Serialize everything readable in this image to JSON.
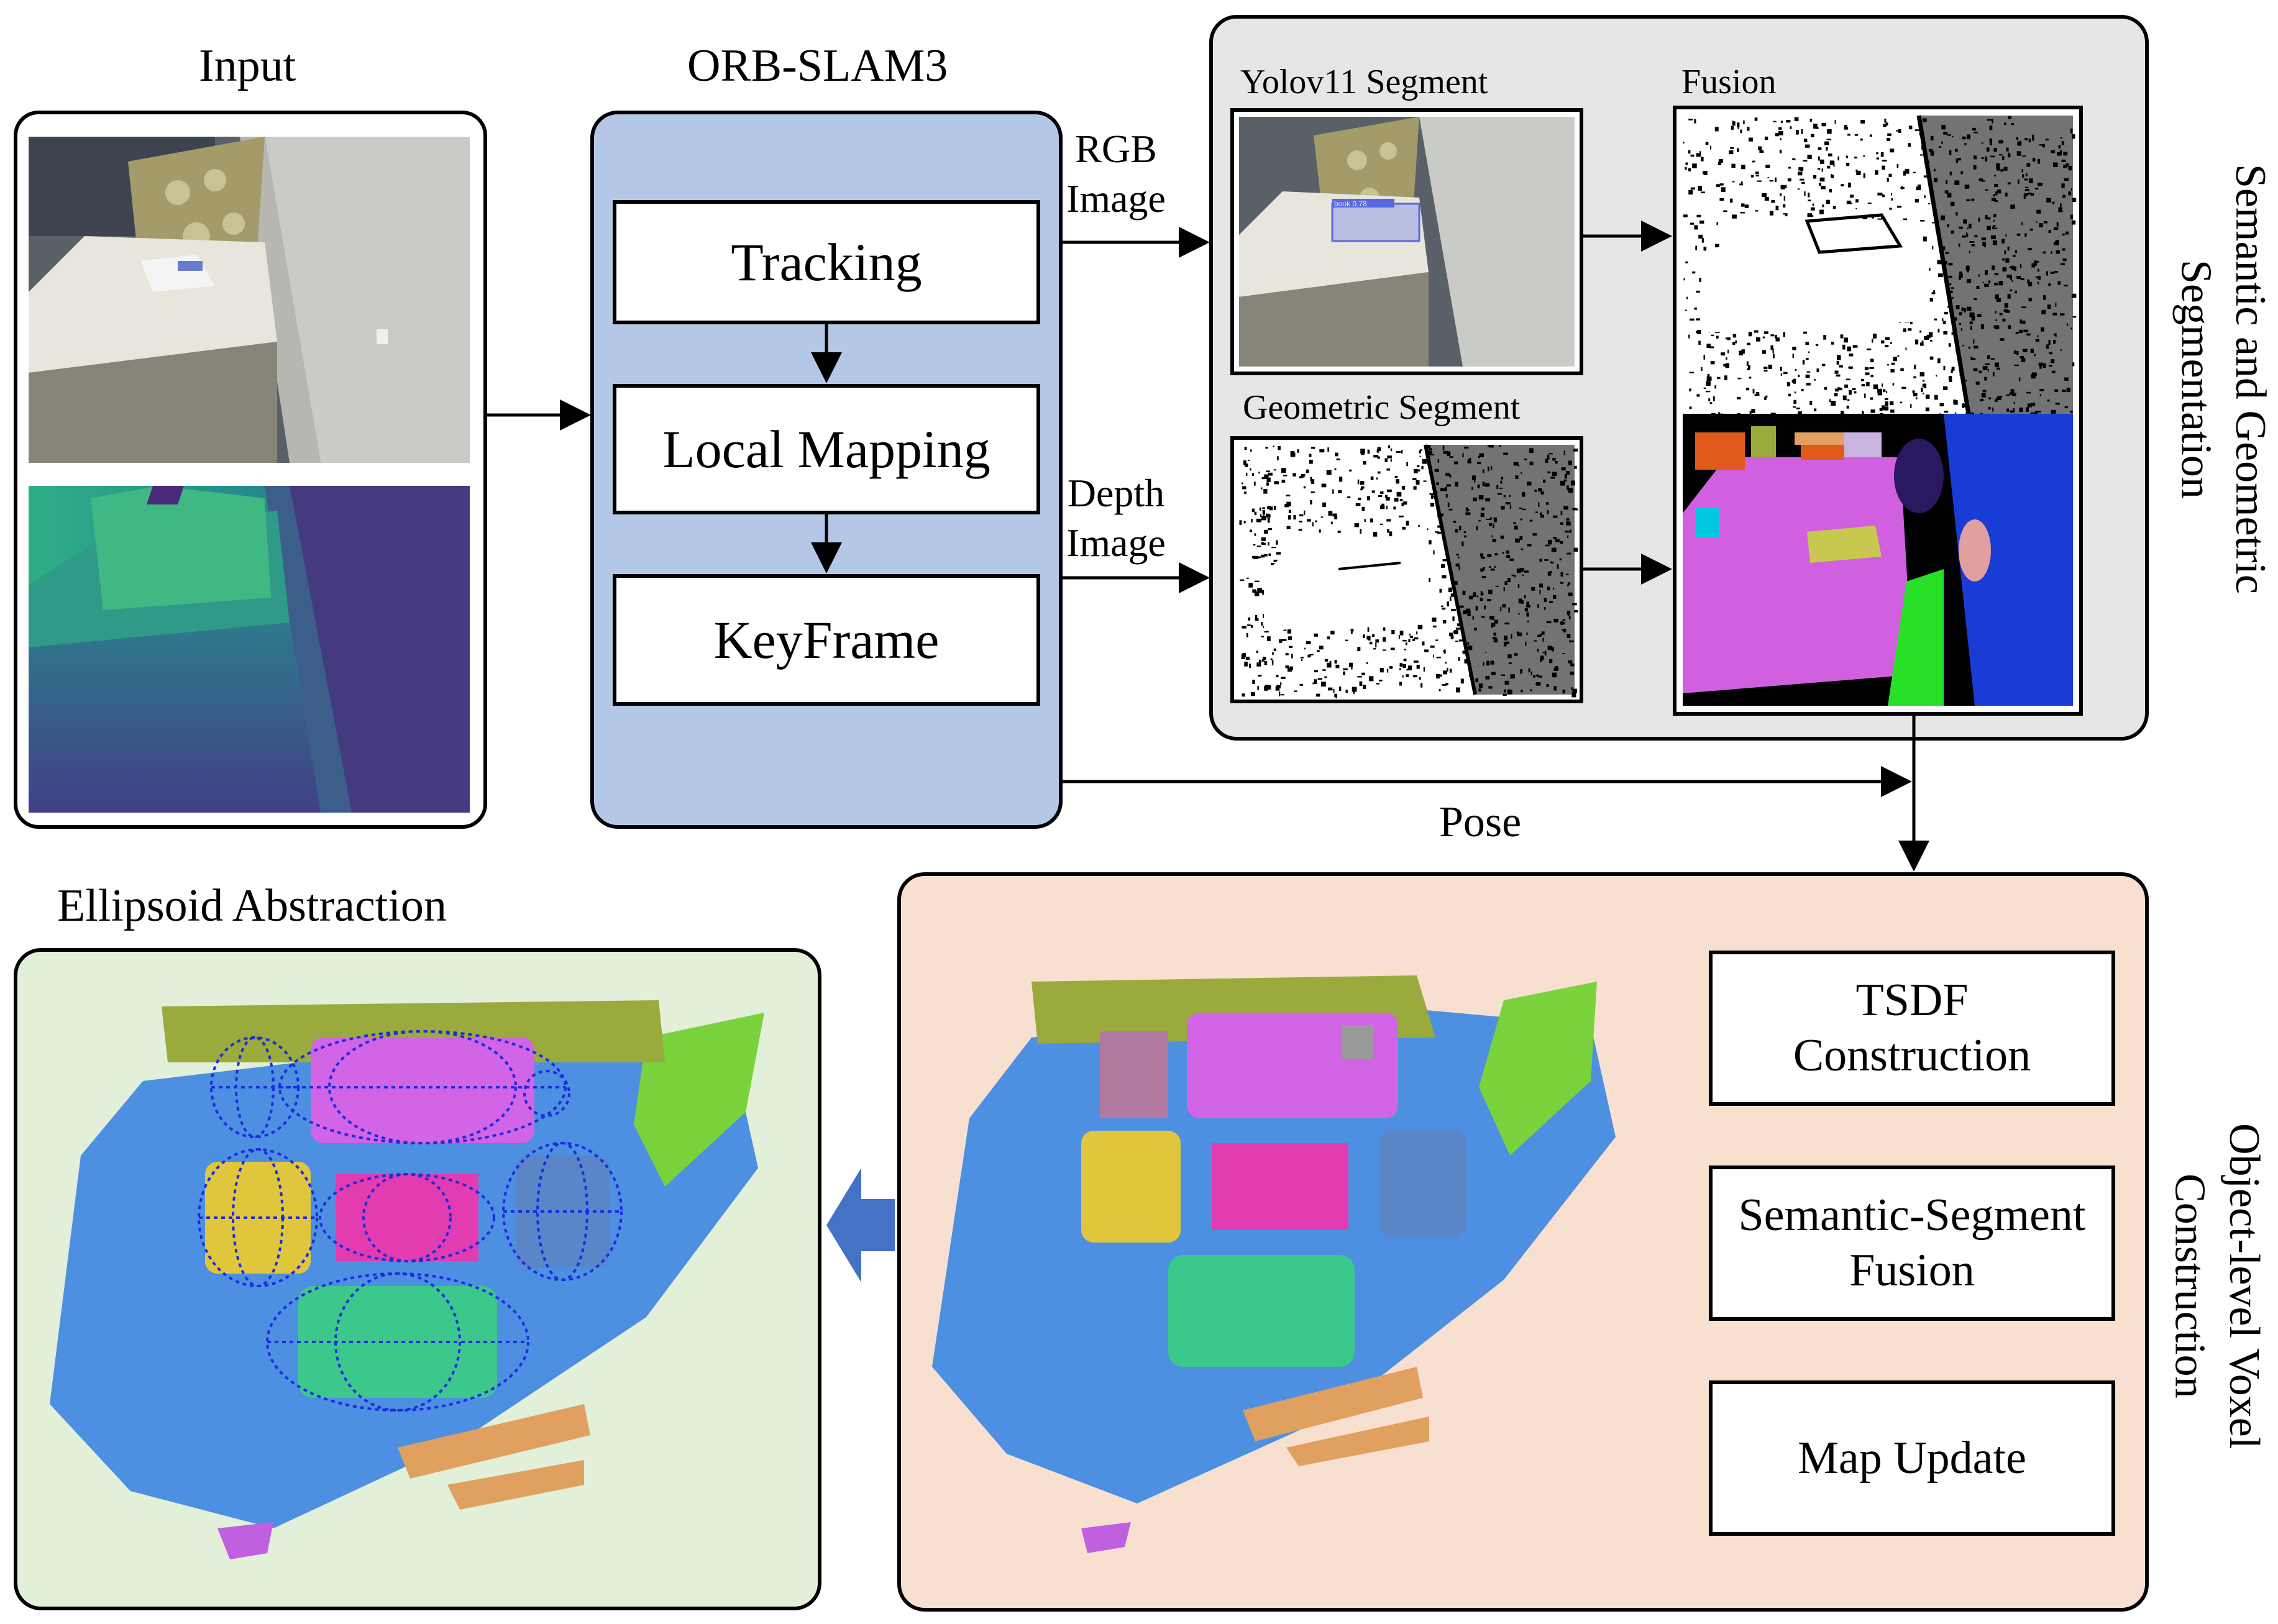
{
  "input": {
    "title": "Input"
  },
  "orbslam": {
    "title": "ORB-SLAM3",
    "modules": [
      "Tracking",
      "Local Mapping",
      "KeyFrame"
    ]
  },
  "arrows": {
    "rgb": "RGB\nImage",
    "depth": "Depth\nImage",
    "pose": "Pose"
  },
  "segmentation": {
    "yolo_label": "Yolov11 Segment",
    "geometric_label": "Geometric Segment",
    "fusion_label": "Fusion",
    "side_title": "Semantic and Geometric\nSegmentation",
    "detection_tag": "book 0.78"
  },
  "voxel": {
    "modules": [
      "TSDF\nConstruction",
      "Semantic-Segment\nFusion",
      "Map Update"
    ],
    "side_title": "Object-level Voxel\nConstruction"
  },
  "ellipsoid": {
    "title": "Ellipsoid Abstraction"
  },
  "colors": {
    "orb_panel": "#b4c7e7",
    "seg_panel": "#e6e6e6",
    "voxel_panel": "#f8e0d0",
    "ellipsoid_panel": "#e2efd9",
    "floor_blue": "#4d8fe0",
    "sofa_magenta": "#d264e6",
    "chair_yellow": "#e0c63c",
    "table_pink": "#e23cb0",
    "sofa_green": "#3cc88c",
    "chair_slate": "#5a86c8",
    "wall_olive": "#9aaa3c",
    "grass_green": "#7ad23c",
    "carpet_orange": "#e0a060",
    "arrow_blue": "#4472c4"
  }
}
